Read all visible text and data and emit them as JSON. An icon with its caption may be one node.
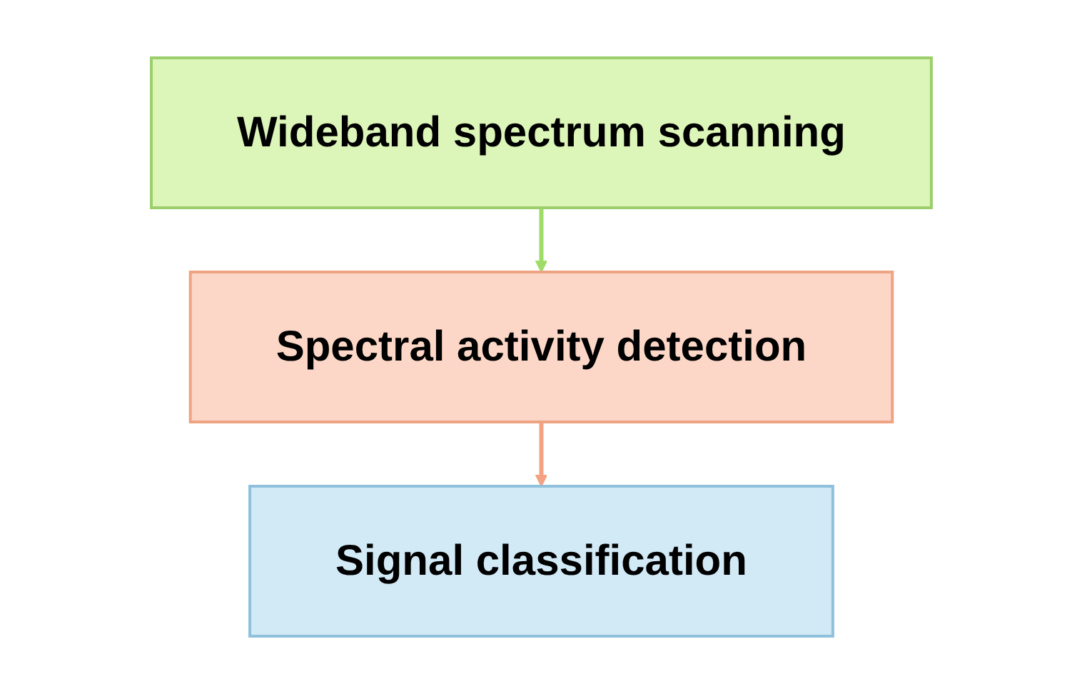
{
  "diagram": {
    "nodes": [
      {
        "text": [
          "Wideband spectrum scanning"
        ]
      },
      {
        "text": [
          "Spectral activity detection"
        ]
      },
      {
        "text": [
          "Signal classification"
        ]
      }
    ],
    "edges": [
      {
        "from": 0,
        "to": 1,
        "arrow": "to",
        "color": "#9fdc6a"
      },
      {
        "from": 1,
        "to": 2,
        "arrow": "to",
        "color": "#f4a283"
      }
    ]
  }
}
